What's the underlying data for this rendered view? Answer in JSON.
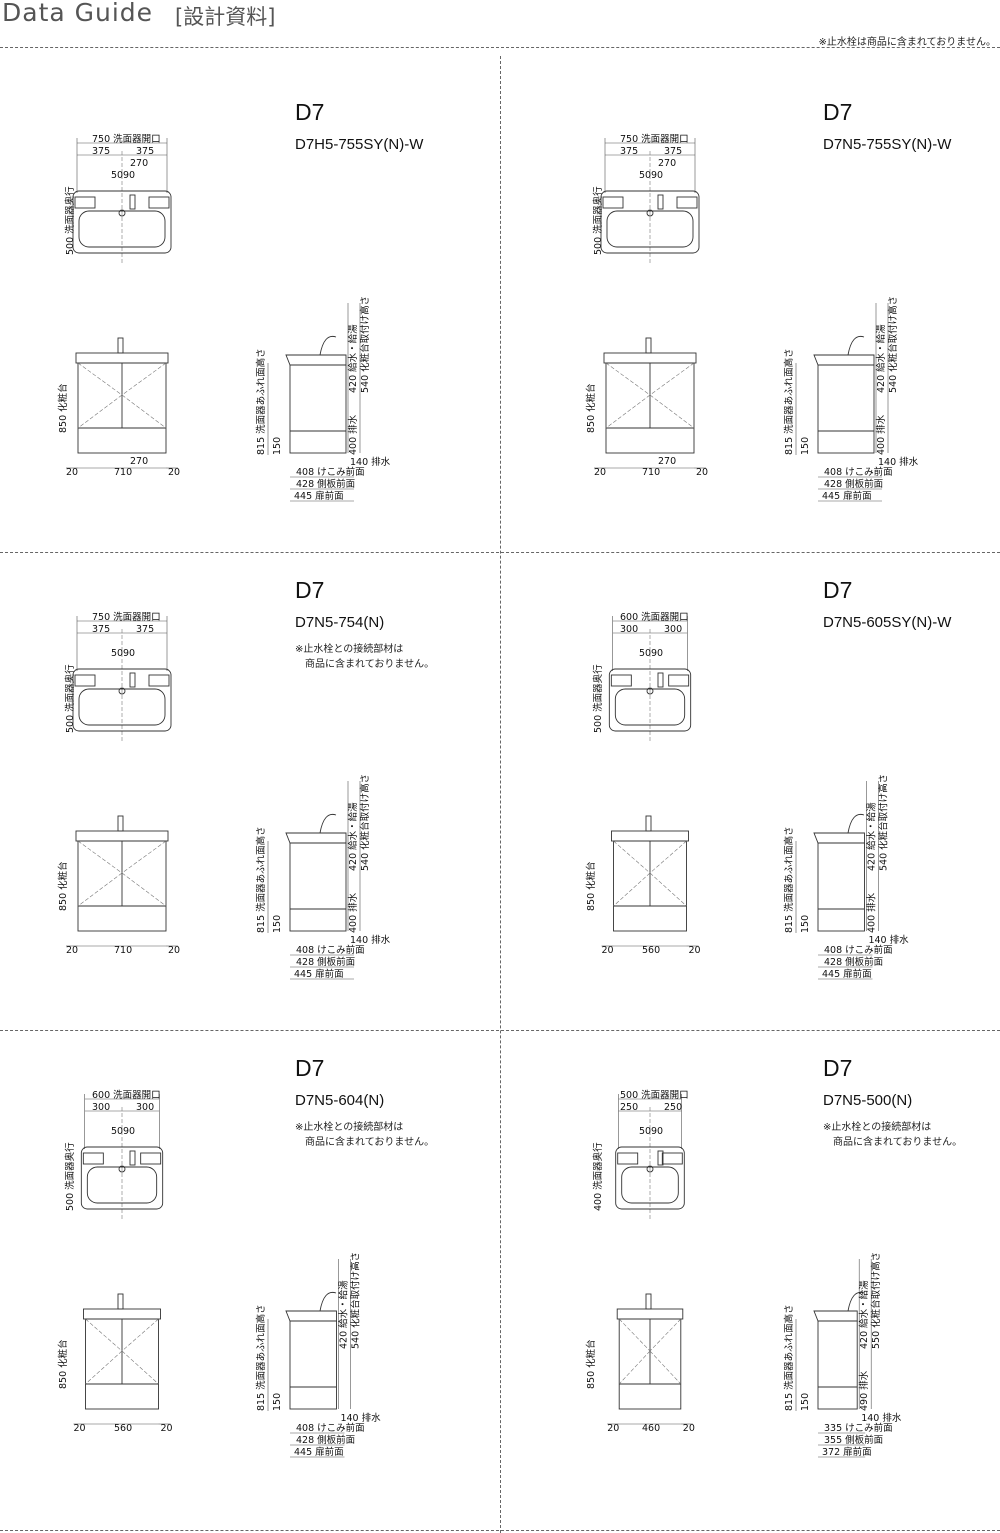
{
  "header": {
    "title_en": "Data Guide",
    "title_jp": "[設計資料]",
    "note": "※止水栓は商品に含まれておりません。"
  },
  "cells": [
    {
      "series": "D7",
      "model": "D7H5-755SY(N)-W",
      "note": "",
      "width_label": "750 洗面器開口",
      "half_left": "375",
      "half_right": "375",
      "faucet_offset": "270",
      "d50": "50",
      "d90": "90",
      "depth_label": "500 洗面器奥行",
      "height_label": "850 化粧台",
      "side_left": "20",
      "side_right": "20",
      "body_width": "710",
      "valve_offset": "270",
      "overflow_label": "815 洗面器あふれ面高さ",
      "base_label": "150",
      "supply_label": "420 給水・給湯",
      "mount_label": "540 化粧台取付け高さ",
      "drain_h_label": "400 排水",
      "drain_label": "140 排水",
      "toe_label": "408 けこみ前面",
      "side_panel_label": "428 側板前面",
      "door_label": "445 扉前面"
    },
    {
      "series": "D7",
      "model": "D7N5-755SY(N)-W",
      "note": "",
      "width_label": "750 洗面器開口",
      "half_left": "375",
      "half_right": "375",
      "faucet_offset": "270",
      "d50": "50",
      "d90": "90",
      "depth_label": "500 洗面器奥行",
      "height_label": "850 化粧台",
      "side_left": "20",
      "side_right": "20",
      "body_width": "710",
      "valve_offset": "270",
      "overflow_label": "815 洗面器あふれ面高さ",
      "base_label": "150",
      "supply_label": "420 給水・給湯",
      "mount_label": "540 化粧台取付け高さ",
      "drain_h_label": "400 排水",
      "drain_label": "140 排水",
      "toe_label": "408 けこみ前面",
      "side_panel_label": "428 側板前面",
      "door_label": "445 扉前面"
    },
    {
      "series": "D7",
      "model": "D7N5-754(N)",
      "note": "※止水栓との接続部材は\n　商品に含まれておりません。",
      "width_label": "750 洗面器開口",
      "half_left": "375",
      "half_right": "375",
      "faucet_offset": "",
      "d50": "50",
      "d90": "90",
      "depth_label": "500 洗面器奥行",
      "height_label": "850 化粧台",
      "side_left": "20",
      "side_right": "20",
      "body_width": "710",
      "valve_offset": "",
      "overflow_label": "815 洗面器あふれ面高さ",
      "base_label": "150",
      "supply_label": "420 給水・給湯",
      "mount_label": "540 化粧台取付け高さ",
      "drain_h_label": "400 排水",
      "drain_label": "140 排水",
      "toe_label": "408 けこみ前面",
      "side_panel_label": "428 側板前面",
      "door_label": "445 扉前面"
    },
    {
      "series": "D7",
      "model": "D7N5-605SY(N)-W",
      "note": "",
      "width_label": "600 洗面器開口",
      "half_left": "300",
      "half_right": "300",
      "faucet_offset": "",
      "d50": "50",
      "d90": "90",
      "depth_label": "500 洗面器奥行",
      "height_label": "850 化粧台",
      "side_left": "20",
      "side_right": "20",
      "body_width": "560",
      "valve_offset": "",
      "overflow_label": "815 洗面器あふれ面高さ",
      "base_label": "150",
      "supply_label": "420 給水・給湯",
      "mount_label": "540 化粧台取付け高さ",
      "drain_h_label": "400 排水",
      "drain_label": "140 排水",
      "toe_label": "408 けこみ前面",
      "side_panel_label": "428 側板前面",
      "door_label": "445 扉前面"
    },
    {
      "series": "D7",
      "model": "D7N5-604(N)",
      "note": "※止水栓との接続部材は\n　商品に含まれておりません。",
      "width_label": "600 洗面器開口",
      "half_left": "300",
      "half_right": "300",
      "faucet_offset": "",
      "d50": "50",
      "d90": "90",
      "depth_label": "500 洗面器奥行",
      "height_label": "850 化粧台",
      "side_left": "20",
      "side_right": "20",
      "body_width": "560",
      "valve_offset": "",
      "overflow_label": "815 洗面器あふれ面高さ",
      "base_label": "150",
      "supply_label": "420 給水・給湯",
      "mount_label": "540 化粧台取付け高さ",
      "drain_h_label": "",
      "drain_label": "140 排水",
      "toe_label": "408 けこみ前面",
      "side_panel_label": "428 側板前面",
      "door_label": "445 扉前面"
    },
    {
      "series": "D7",
      "model": "D7N5-500(N)",
      "note": "※止水栓との接続部材は\n　商品に含まれておりません。",
      "width_label": "500 洗面器開口",
      "half_left": "250",
      "half_right": "250",
      "faucet_offset": "",
      "d50": "50",
      "d90": "90",
      "depth_label": "400 洗面器奥行",
      "height_label": "850 化粧台",
      "side_left": "20",
      "side_right": "20",
      "body_width": "460",
      "valve_offset": "",
      "overflow_label": "815 洗面器あふれ面高さ",
      "base_label": "150",
      "supply_label": "420 給水・給湯",
      "mount_label": "550 化粧台取付け高さ",
      "drain_h_label": "490 排水",
      "drain_label": "140 排水",
      "toe_label": "335 けこみ前面",
      "side_panel_label": "355 側板前面",
      "door_label": "372 扉前面"
    }
  ]
}
